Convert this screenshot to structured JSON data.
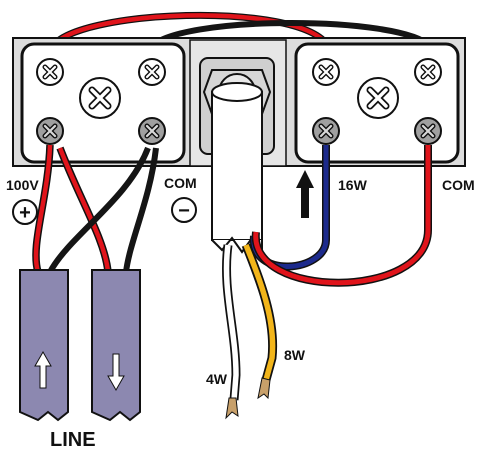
{
  "labels": {
    "left_voltage": "100V",
    "left_plus": "+",
    "left_com": "COM",
    "left_minus": "−",
    "right_tap": "16W",
    "right_com": "COM",
    "tap_4w": "4W",
    "tap_8w": "8W",
    "line": "LINE"
  },
  "colors": {
    "red_wire": "#e0141b",
    "black_wire": "#151515",
    "blue_wire": "#1c2a8c",
    "yellow_wire": "#f2b51a",
    "white_wire": "#ffffff",
    "plate": "#dcdcdc",
    "terminal_block": "#ffffff",
    "screw_dark": "#9a9a9a",
    "line_sleeve": "#8c88b0",
    "arrow": "#111111"
  },
  "icons": {
    "terminal_screw": "screw-icon",
    "up_arrow": "arrow-up-icon",
    "down_arrow": "arrow-down-icon",
    "plus": "plus-circle-icon",
    "minus": "minus-circle-icon"
  }
}
